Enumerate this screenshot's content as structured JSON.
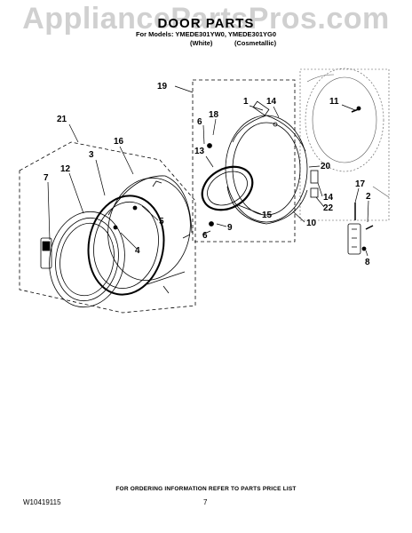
{
  "watermark": "AppliancePartsPros.com",
  "header": {
    "title": "DOOR PARTS",
    "models": "For Models: YMEDE301YW0, YMEDE301YG0",
    "variant_white": "(White)",
    "variant_cosmetallic": "(Cosmetallic)"
  },
  "callouts": [
    "19",
    "1",
    "14",
    "11",
    "6",
    "18",
    "13",
    "20",
    "21",
    "16",
    "3",
    "12",
    "7",
    "5",
    "4",
    "15",
    "9",
    "10",
    "22",
    "17",
    "2",
    "8"
  ],
  "footer": {
    "ordering_info": "FOR ORDERING INFORMATION REFER TO PARTS PRICE LIST",
    "doc_code": "W10419115",
    "page_number": "7"
  }
}
